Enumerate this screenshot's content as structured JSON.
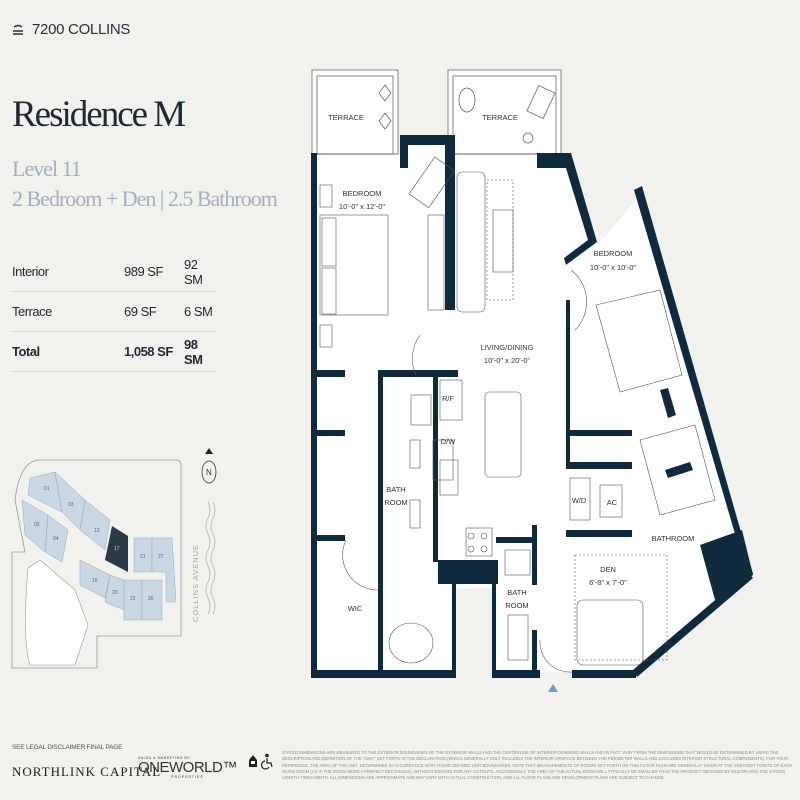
{
  "brand": {
    "name": "7200 COLLINS",
    "icon": "building-lines-icon"
  },
  "residence": {
    "title": "Residence M",
    "level": "Level 11",
    "config": "2 Bedroom + Den | 2.5 Bathroom"
  },
  "areas": [
    {
      "label": "Interior",
      "sf": "989 SF",
      "sm": "92 SM"
    },
    {
      "label": "Terrace",
      "sf": "69 SF",
      "sm": "6 SM"
    },
    {
      "label": "Total",
      "sf": "1,058 SF",
      "sm": "98 SM"
    }
  ],
  "site_plan": {
    "street": "COLLINS AVENUE",
    "north": "N",
    "units": [
      "01",
      "02",
      "03",
      "04",
      "13",
      "16",
      "17",
      "20",
      "21",
      "22",
      "26",
      "27"
    ],
    "highlighted_unit": "17"
  },
  "floor_plan": {
    "rooms": {
      "terrace_left": "TERRACE",
      "terrace_right": "TERRACE",
      "bedroom1": "BEDROOM",
      "bedroom1_dim": "10'-0\" x 12'-0\"",
      "bedroom2": "BEDROOM",
      "bedroom2_dim": "10'-0\" x 10'-0\"",
      "living": "LIVING/DINING",
      "living_dim": "10'-0\" x 20'-0\"",
      "rf": "R/F",
      "dw": "D/W",
      "bath1a": "BATH",
      "bath1b": "ROOM",
      "wic": "WIC",
      "bath2a": "BATH",
      "bath2b": "ROOM",
      "wd": "W/D",
      "ac": "AC",
      "bathroom": "BATHROOM",
      "den": "DEN",
      "den_dim": "6'-8\" x 7'-0\""
    }
  },
  "footer": {
    "legal": "SEE LEGAL DISCLAIMER FINAL PAGE",
    "developer": "NORTHLINK CAPITAL",
    "marketing_small": "SALES & MARKETING BY",
    "marketing": "ONEWORLD™",
    "marketing_sub": "PROPERTIES",
    "disclaimer": "Stated dimensions are measured to the exterior boundaries of the exterior walls and the centerline of interior demising walls and in fact vary from the dimensions that would be determined by using the description and definition of the \"unit\" set forth in the declaration (which generally only includes the interior airspace between the perimeter walls and excludes interior structural components). For your reference, the area of the unit, determined in accordance with those defined unit boundaries. Note that measurements of rooms set forth on this floor plan are generally taken at the greatest points of each given room (as if the room were a perfect rectangle), without regard for any cutouts. Accordingly, the area of the actual room will typically be smaller than the product obtained by multiplying the stated length times width. All dimensions are approximate and may vary with actual construction, and all floor plans and development plans are subject to change.",
    "icons": [
      "equal-housing-icon",
      "accessibility-icon"
    ]
  },
  "colors": {
    "wall": "#0f2a3d",
    "unit_fill": "#c9d8e2",
    "subtitle": "#9fb2c0",
    "background": "#f1f1ee"
  }
}
